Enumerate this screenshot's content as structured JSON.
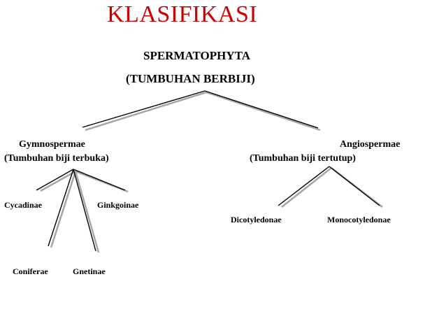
{
  "title": "KLASIFIKASI",
  "root": {
    "line1": "SPERMATOPHYTA",
    "line2": "(TUMBUHAN BERBIJI)"
  },
  "gymnospermae": {
    "name": "Gymnospermae",
    "desc": "(Tumbuhan biji terbuka)"
  },
  "angiospermae": {
    "name": "Angiospermae",
    "desc": "(Tumbuhan biji tertutup)"
  },
  "gym_children": {
    "cycadinae": "Cycadinae",
    "ginkgoinae": "Ginkgoinae",
    "coniferae": "Coniferae",
    "gnetinae": "Gnetinae"
  },
  "ang_children": {
    "dicotyledonae": "Dicotyledonae",
    "monocotyledonae": "Monocotyledonae"
  },
  "colors": {
    "title": "#cc0000",
    "line": "#000000",
    "shadow": "#a0a0a0"
  }
}
